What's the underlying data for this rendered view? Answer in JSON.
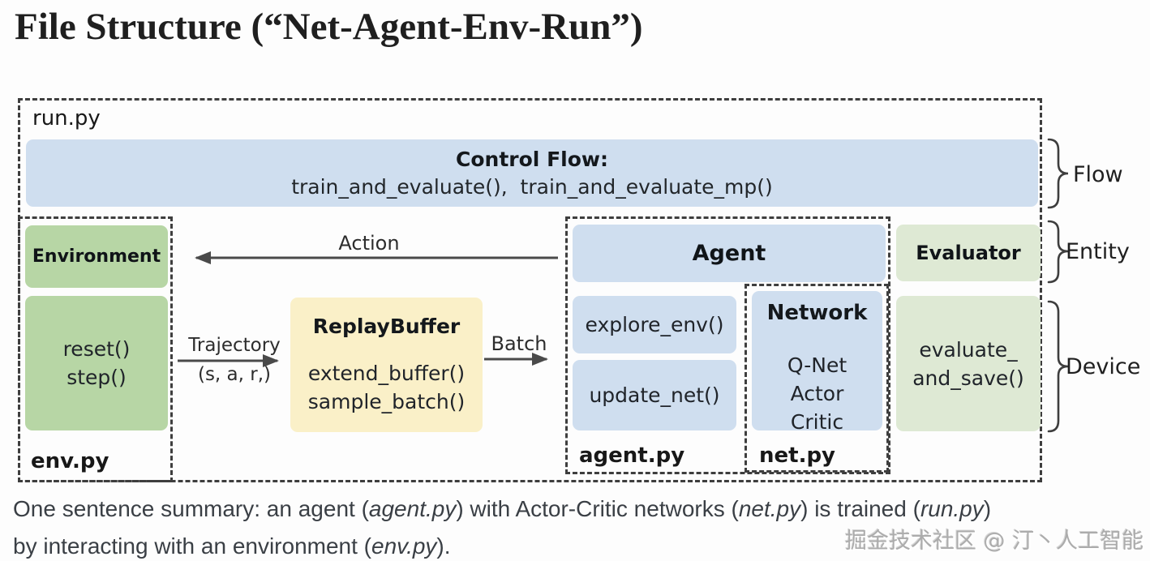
{
  "title": "File Structure (“Net-Agent-Env-Run”)",
  "colors": {
    "entity_blue": "#cfdeef",
    "env_green": "#b7d6a5",
    "evaluator_green": "#dee9d4",
    "buffer_yellow": "#faf0c8",
    "dash_border": "#3e3e3e",
    "arrow_gray": "#4a4a4a"
  },
  "run_module": {
    "filename": "run.py",
    "control_flow": {
      "heading": "Control Flow:",
      "functions": "train_and_evaluate(),  train_and_evaluate_mp()"
    }
  },
  "env_module": {
    "filename": "env.py",
    "class_name": "Environment",
    "methods": [
      "reset()",
      "step()"
    ]
  },
  "replay_buffer": {
    "class_name": "ReplayBuffer",
    "methods": [
      "extend_buffer()",
      "sample_batch()"
    ]
  },
  "agent_module": {
    "filename": "agent.py",
    "class_name": "Agent",
    "methods": [
      "explore_env()",
      "update_net()"
    ]
  },
  "net_module": {
    "filename": "net.py",
    "class_name": "Network",
    "networks": [
      "Q-Net",
      "Actor",
      "Critic"
    ]
  },
  "evaluator": {
    "class_name": "Evaluator",
    "method_lines": [
      "evaluate_",
      "and_save()"
    ]
  },
  "arrows": {
    "action": "Action",
    "trajectory_label": "Trajectory",
    "trajectory_tuple": "(s, a, r,)",
    "batch": "Batch"
  },
  "brace_labels": {
    "flow": "Flow",
    "entity": "Entity",
    "device": "Device"
  },
  "summary": {
    "line1_parts": [
      "One sentence summary: an agent (",
      "agent.py",
      ") with Actor-Critic networks (",
      "net.py",
      ") is trained (",
      "run.py",
      ")"
    ],
    "line2_parts": [
      "by interacting with an environment (",
      "env.py",
      ")."
    ]
  },
  "watermark": "掘金技术社区 @ 汀丶人工智能"
}
